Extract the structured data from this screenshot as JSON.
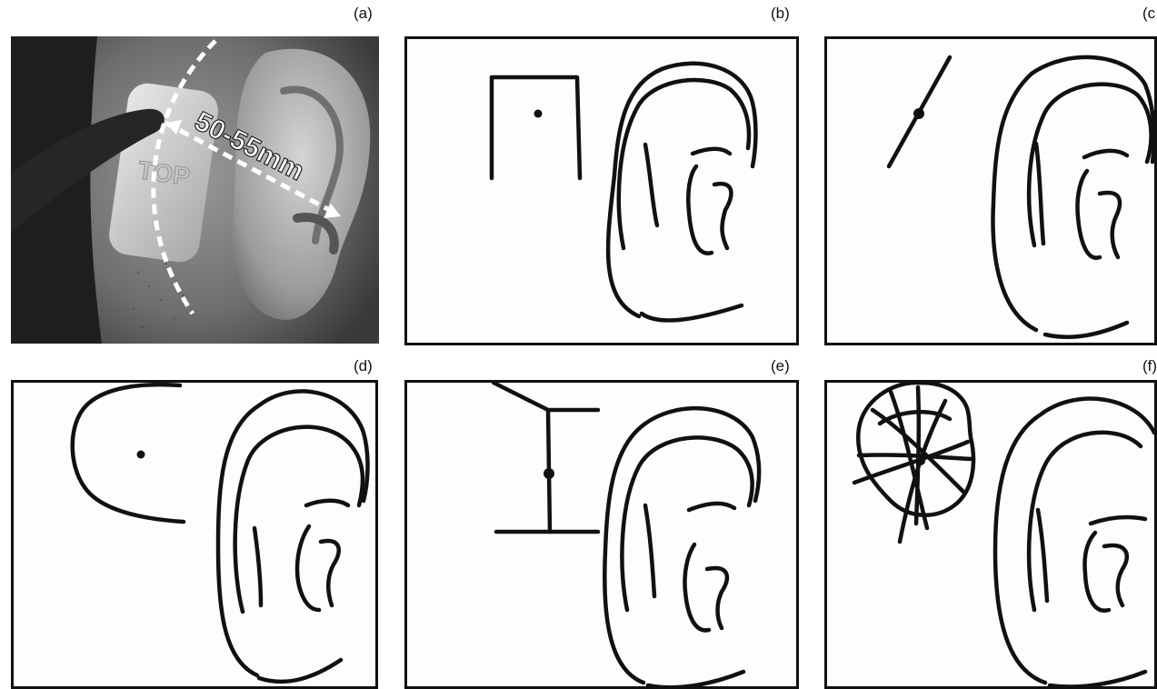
{
  "panels": [
    {
      "id": "a",
      "label": "(a)"
    },
    {
      "id": "b",
      "label": "(b)"
    },
    {
      "id": "c",
      "label": "(c"
    },
    {
      "id": "d",
      "label": "(d)"
    },
    {
      "id": "e",
      "label": "(e)"
    },
    {
      "id": "f",
      "label": "(f)"
    }
  ],
  "photo": {
    "distance_text": "50-55mm",
    "embossed_text": "TOP"
  },
  "colors": {
    "ink": "#111111",
    "frame": "#111111",
    "paper": "#fdfdfd",
    "photo_bg": "#1e1e1e"
  }
}
